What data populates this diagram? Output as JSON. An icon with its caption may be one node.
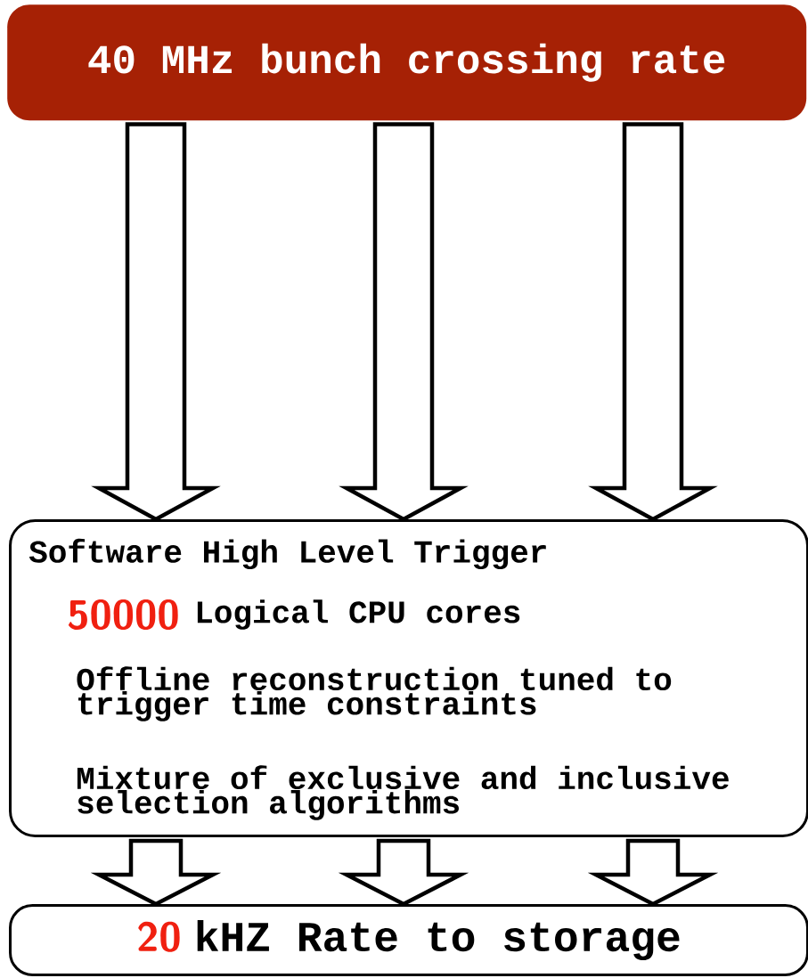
{
  "diagram": {
    "nodes": [
      {
        "text": [
          "40 MHz bunch crossing rate"
        ]
      },
      {
        "text": [
          "Software High Level Trigger",
          "50000",
          "Logical CPU cores",
          "Offline reconstruction tuned to trigger time constraints",
          "Mixture of exclusive and inclusive selection algorithms"
        ]
      },
      {
        "text": [
          "20",
          "kHZ Rate to storage"
        ]
      }
    ],
    "edges": [
      {
        "from": 0,
        "to": 1,
        "arrow": "to"
      },
      {
        "from": 0,
        "to": 1,
        "arrow": "to"
      },
      {
        "from": 0,
        "to": 1,
        "arrow": "to"
      },
      {
        "from": 1,
        "to": 2,
        "arrow": "to"
      },
      {
        "from": 1,
        "to": 2,
        "arrow": "to"
      },
      {
        "from": 1,
        "to": 2,
        "arrow": "to"
      }
    ]
  }
}
